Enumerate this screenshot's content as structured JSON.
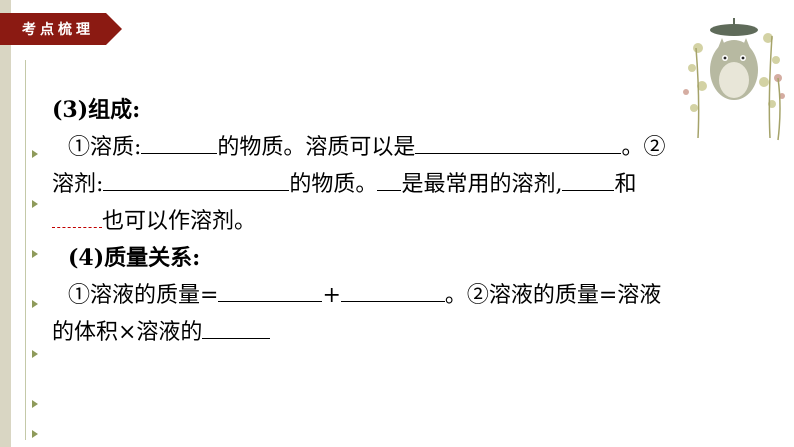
{
  "header": {
    "badge_label": "考点梳理"
  },
  "content": {
    "line1": "(3)组成:",
    "line2_a": "①溶质:",
    "line2_b": "的物质。溶质可以是",
    "line2_c": "。②",
    "line3_a": "溶剂:",
    "line3_b": "的物质。",
    "line3_c": "是最常用的溶剂,",
    "line3_d": "和",
    "line4_a": "也可以作溶剂。",
    "line5": "(4)质量关系:",
    "line6_a": "①溶液的质量=",
    "line6_b": "+",
    "line6_c": "。②溶液的质量=溶液",
    "line7_a": "的体积×溶液的"
  },
  "colors": {
    "badge": "#8b1a12",
    "left_bar": "#d9d6c3",
    "arrow": "#8e9a5a"
  }
}
